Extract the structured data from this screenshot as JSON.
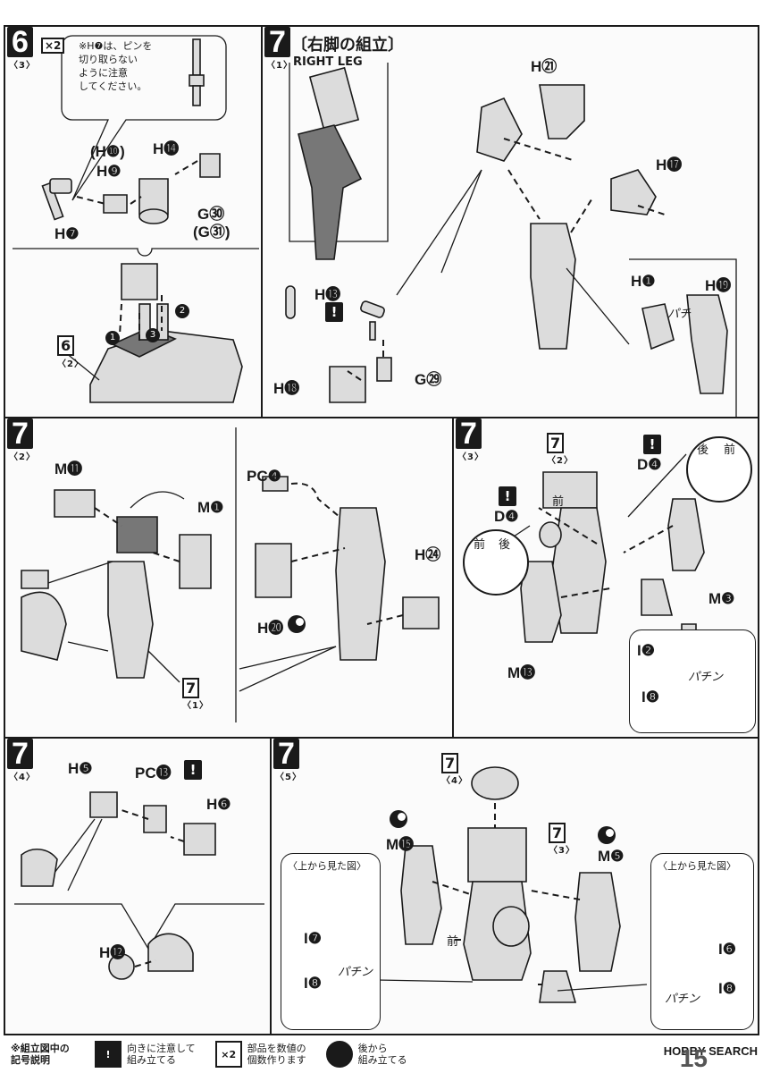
{
  "footer": {
    "legend_title": "※組立図中の\n記号説明",
    "warn_label": "向きに注意して\n組み立てる",
    "x2_icon": "×2",
    "x2_label": "部品を数値の\n個数作ります",
    "rear_label": "後から\n組み立てる",
    "watermark": "HOBBY SEARCH",
    "page": "15"
  },
  "step6": {
    "number": "6",
    "sub": "〈3〉",
    "multiplier": "×2",
    "note": "※H❼は、ピンを\n切り取らない\nように注意\nしてください。",
    "parts": [
      "(H❿)",
      "H❾",
      "H⓮",
      "G㉚",
      "(G㉛)",
      "H❼"
    ],
    "ref_number": "6",
    "ref_sub": "〈2〉",
    "steps": [
      "1",
      "2",
      "3"
    ]
  },
  "step7_1": {
    "number": "7",
    "sub": "〈1〉",
    "title": "〔右脚の組立〕",
    "subtitle": "RIGHT LEG",
    "parts": [
      "H㉑",
      "H⓱",
      "H❶",
      "H⓳",
      "H⓭",
      "G㉙",
      "H⓲"
    ],
    "snap": "パチ"
  },
  "step7_2": {
    "number": "7",
    "sub": "〈2〉",
    "parts": [
      "M⓫",
      "M❶",
      "PC❹",
      "H㉔",
      "H⓴"
    ],
    "ref_number": "7",
    "ref_sub": "〈1〉"
  },
  "step7_3": {
    "number": "7",
    "sub": "〈3〉",
    "ref_number": "7",
    "ref_sub": "〈2〉",
    "parts": [
      "D❹",
      "D❹",
      "M❸",
      "M⓭",
      "I❷",
      "I❽"
    ],
    "front": "前",
    "back": "後",
    "snap": "パチン"
  },
  "step7_4": {
    "number": "7",
    "sub": "〈4〉",
    "parts": [
      "H❺",
      "PC⓭",
      "H❻",
      "H⓬"
    ]
  },
  "step7_5": {
    "number": "7",
    "sub": "〈5〉",
    "ref_top": "7",
    "ref_top_sub": "〈4〉",
    "ref_mid": "7",
    "ref_mid_sub": "〈3〉",
    "parts": [
      "M⓯",
      "M❺",
      "I❼",
      "I❽",
      "I❻",
      "I❽"
    ],
    "view_label": "〈上から見た図〉",
    "front": "前",
    "snap": "パチン"
  }
}
